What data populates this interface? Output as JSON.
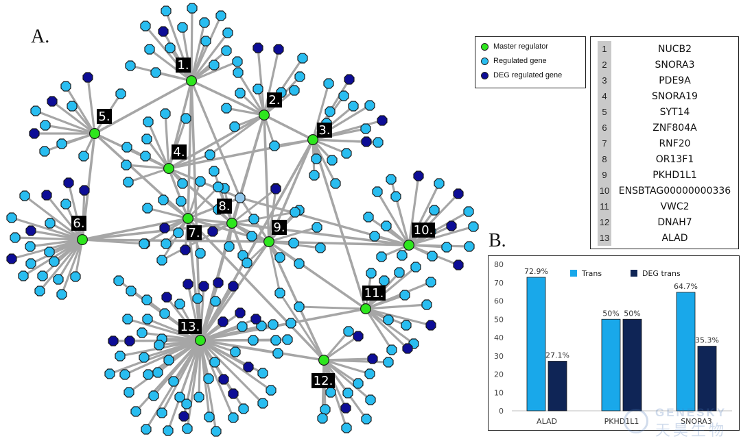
{
  "panel_a_label": "A.",
  "panel_b_label": "B.",
  "legend": {
    "items": [
      {
        "label": "Master regulator",
        "color": "#2ee61e"
      },
      {
        "label": "Regulated gene",
        "color": "#29bdf0"
      },
      {
        "label": "DEG regulated gene",
        "color": "#0d0d96"
      }
    ]
  },
  "gene_table": [
    {
      "num": "1",
      "gene": "NUCB2"
    },
    {
      "num": "2",
      "gene": "SNORA3"
    },
    {
      "num": "3",
      "gene": "PDE9A"
    },
    {
      "num": "4",
      "gene": "SNORA19"
    },
    {
      "num": "5",
      "gene": "SYT14"
    },
    {
      "num": "6",
      "gene": "ZNF804A"
    },
    {
      "num": "7",
      "gene": "RNF20"
    },
    {
      "num": "8",
      "gene": "OR13F1"
    },
    {
      "num": "9",
      "gene": "PKHD1L1"
    },
    {
      "num": "10",
      "gene": "ENSBTAG00000000336"
    },
    {
      "num": "11",
      "gene": "VWC2"
    },
    {
      "num": "12",
      "gene": "DNAH7"
    },
    {
      "num": "13",
      "gene": "ALAD"
    }
  ],
  "network": {
    "colors": {
      "master": "#2ee61e",
      "regulated": "#29bdf0",
      "deg": "#0d0d96",
      "edge": "#a6a6a6",
      "shared": "#8fc6ea"
    },
    "master_labels": [
      "1.",
      "2.",
      "3.",
      "4.",
      "5.",
      "6.",
      "7.",
      "8.",
      "9.",
      "10.",
      "11.",
      "12.",
      "13."
    ]
  },
  "chart_data": {
    "type": "bar",
    "categories": [
      "ALAD",
      "PKHD1L1",
      "SNORA3"
    ],
    "series": [
      {
        "name": "Trans",
        "values": [
          72.9,
          50,
          64.7
        ],
        "labels": [
          "72.9%",
          "50%",
          "64.7%"
        ],
        "color": "#19a8ea"
      },
      {
        "name": "DEG trans",
        "values": [
          27.1,
          50,
          35.3
        ],
        "labels": [
          "27.1%",
          "50%",
          "35.3%"
        ],
        "color": "#0f2556"
      }
    ],
    "ylim": [
      0,
      80
    ],
    "yticks": [
      0,
      10,
      20,
      30,
      40,
      50,
      60,
      70,
      80
    ],
    "grid": false,
    "legend": "top"
  },
  "watermark": {
    "line1": "GENESKY",
    "line2": "天昊生物"
  }
}
